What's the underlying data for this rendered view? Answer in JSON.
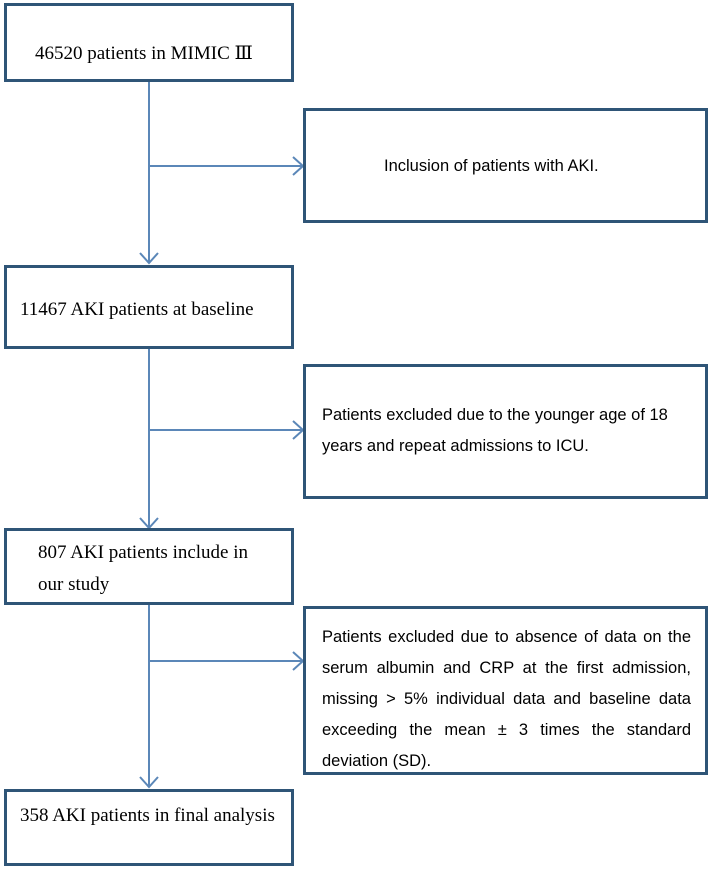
{
  "flowchart": {
    "main_steps": [
      {
        "text": "46520 patients in MIMIC Ⅲ"
      },
      {
        "text": "11467 AKI patients at baseline"
      },
      {
        "text": "807 AKI patients include in our study"
      },
      {
        "text": "358 AKI patients in final analysis"
      }
    ],
    "side_notes": [
      {
        "text": "Inclusion of patients with AKI."
      },
      {
        "text": "Patients excluded due to the younger age of 18 years and repeat admissions to ICU."
      },
      {
        "text": "Patients excluded due to absence of data on the serum albumin and CRP at the first admission, missing > 5% individual data and baseline data exceeding the mean ± 3 times the standard deviation (SD)."
      }
    ],
    "colors": {
      "box_border": "#2f5577",
      "arrow": "#5b87b8"
    }
  }
}
